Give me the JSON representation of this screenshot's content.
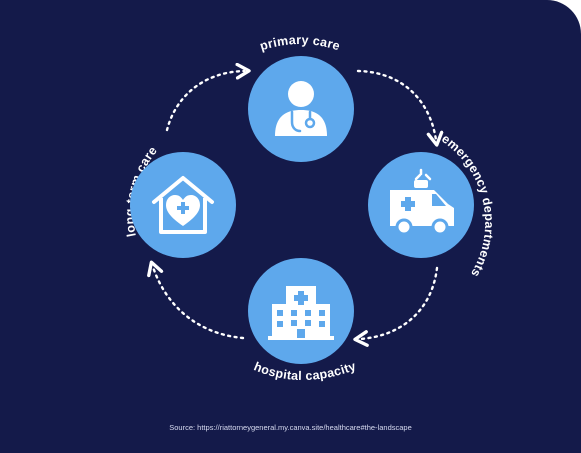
{
  "diagram": {
    "nodes": [
      {
        "id": "primary",
        "label": "primary care",
        "icon": "doctor-icon"
      },
      {
        "id": "emergency",
        "label": "emergency departments",
        "icon": "ambulance-icon"
      },
      {
        "id": "hospital",
        "label": "hospital capacity",
        "icon": "hospital-building-icon"
      },
      {
        "id": "longterm",
        "label": "long-term care",
        "icon": "heart-home-icon"
      }
    ],
    "flow": "clockwise"
  },
  "source": "Source: https://riattorneygeneral.my.canva.site/healthcare#the-landscape",
  "colors": {
    "background": "#141a4a",
    "node_fill": "#5ea8ec",
    "icon": "#ffffff",
    "text": "#ffffff"
  }
}
